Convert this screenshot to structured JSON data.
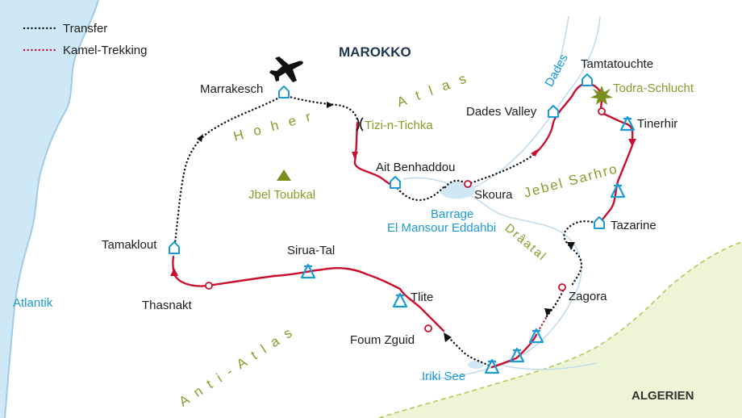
{
  "legend": {
    "transfer": "Transfer",
    "kamel": "Kamel-Trekking"
  },
  "colors": {
    "transfer": "#111111",
    "trekking": "#c8102e",
    "kamel": "#c8102e",
    "water": "#1a9bd7",
    "olive": "#8a9a2a",
    "icon": "#1a9bd7"
  },
  "title": "MAROKKO",
  "countries": {
    "algeria": "ALGERIEN"
  },
  "seas": {
    "atlantic": "Atlantik"
  },
  "mountain_ranges": {
    "high_atlas_1": "Atlas",
    "high_atlas_2": "Hoher",
    "anti_atlas": "Anti-Atlas",
    "jebel_sarhro": "Jebel Sarhro"
  },
  "peaks": {
    "toubkal": "Jbel Toubkal"
  },
  "rivers": {
    "dades": "Dades",
    "draa": "Drâatal"
  },
  "passes": {
    "tichka": "Tizi-n-Tichka"
  },
  "lakes": {
    "iriki": "Iriki See",
    "barrage_1": "Barrage",
    "barrage_2": "El Mansour Eddahbi"
  },
  "places": {
    "marrakesch": "Marrakesch",
    "ait_benhaddou": "Ait Benhaddou",
    "skoura": "Skoura",
    "dades_valley": "Dades Valley",
    "tamtatouchte": "Tamtatouchte",
    "todra": "Todra-Schlucht",
    "tinerhir": "Tinerhir",
    "tazarine": "Tazarine",
    "zagora": "Zagora",
    "tlite": "Tlite",
    "foum_zguid": "Foum Zguid",
    "sirua": "Sirua-Tal",
    "thasnakt": "Thasnakt",
    "tamaklout": "Tamaklout"
  },
  "icons": {
    "airport": "airplane-icon",
    "hotel": "house-icon",
    "camp": "tent-icon",
    "stop": "circle-icon",
    "peak": "triangle-icon",
    "todra": "star-icon"
  }
}
